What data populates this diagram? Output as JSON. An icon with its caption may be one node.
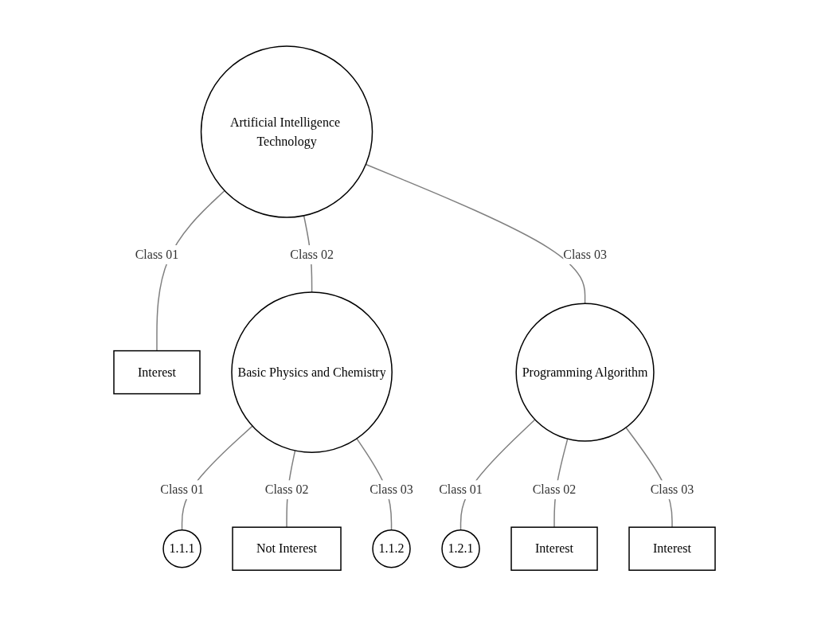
{
  "diagram": {
    "nodes": [
      {
        "text": [
          "Artificial Intelligence Technology"
        ]
      },
      {
        "text": [
          "Interest"
        ]
      },
      {
        "text": [
          "Basic Physics and Chemistry"
        ]
      },
      {
        "text": [
          "Programming Algorithm"
        ]
      },
      {
        "text": [
          "1.1.1"
        ]
      },
      {
        "text": [
          "Not Interest"
        ]
      },
      {
        "text": [
          "1.1.2"
        ]
      },
      {
        "text": [
          "1.2.1"
        ]
      },
      {
        "text": [
          "Interest"
        ]
      },
      {
        "text": [
          "Interest"
        ]
      }
    ],
    "edges": [
      {
        "from": 0,
        "to": 1,
        "arrow": "none",
        "label": "Class 01"
      },
      {
        "from": 0,
        "to": 2,
        "arrow": "none",
        "label": "Class 02"
      },
      {
        "from": 0,
        "to": 3,
        "arrow": "none",
        "label": "Class 03"
      },
      {
        "from": 2,
        "to": 4,
        "arrow": "none",
        "label": "Class 01"
      },
      {
        "from": 2,
        "to": 5,
        "arrow": "none",
        "label": "Class 02"
      },
      {
        "from": 2,
        "to": 6,
        "arrow": "none",
        "label": "Class 03"
      },
      {
        "from": 3,
        "to": 7,
        "arrow": "none",
        "label": "Class 01"
      },
      {
        "from": 3,
        "to": 8,
        "arrow": "none",
        "label": "Class 02"
      },
      {
        "from": 3,
        "to": 9,
        "arrow": "none",
        "label": "Class 03"
      }
    ]
  }
}
